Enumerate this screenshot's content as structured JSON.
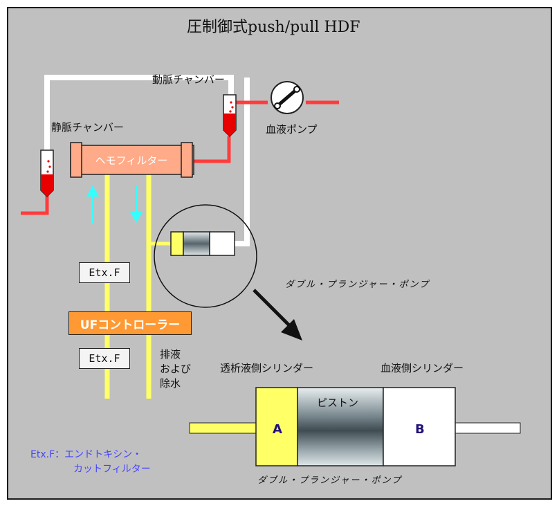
{
  "title": "圧制御式push/pull HDF",
  "labels": {
    "arterial_chamber": "動脈チャンバー",
    "venous_chamber": "静脈チャンバー",
    "blood_pump": "血液ポンプ",
    "hemofilter": "ヘモフィルター",
    "etx_f_upper": "Etx.F",
    "etx_f_lower": "Etx.F",
    "uf_controller": "UFコントローラー",
    "drain_1": "排液",
    "drain_2": "および",
    "drain_3": "除水",
    "double_plunger_pump_upper": "ダブル・プランジャー・ポンプ",
    "dialysate_cylinder": "透析液側シリンダー",
    "blood_cylinder": "血液側シリンダー",
    "piston": "ピストン",
    "chamber_a": "A",
    "chamber_b": "B",
    "double_plunger_pump_lower": "ダブル・プランジャー・ポンプ",
    "legend_line1": "Etx.F：エンドトキシン・",
    "legend_line2": "カットフィルター"
  },
  "colors": {
    "panel_bg": "#c0c0c0",
    "blood_line": "#ff3b3b",
    "return_line": "#ffffff",
    "dialysate_line": "#ffff66",
    "flow_arrow": "#33ffff",
    "hemofilter_fill": "#ffaa88",
    "uf_controller_fill": "#ff9933",
    "legend_text": "#4444ff",
    "chamber_label_text": "#221177"
  }
}
